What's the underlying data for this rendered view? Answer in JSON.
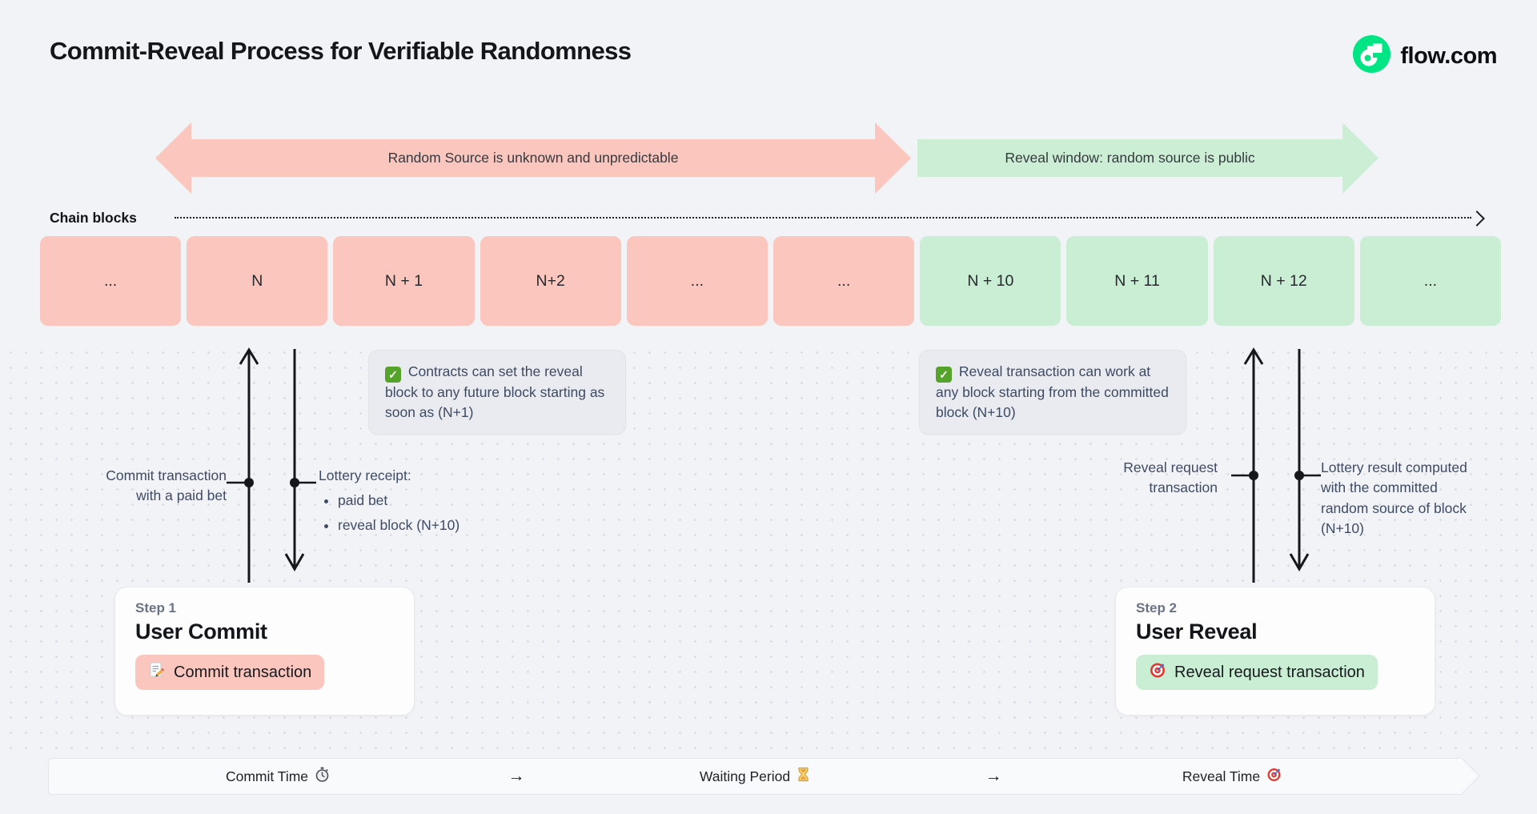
{
  "header": {
    "title": "Commit-Reveal Process for Verifiable Randomness",
    "brand": "flow.com"
  },
  "phase_bands": {
    "commit": {
      "label": "Random Source is unknown and unpredictable",
      "color": "#fbc6be"
    },
    "reveal": {
      "label": "Reveal window: random source is public",
      "color": "#cbeed5"
    }
  },
  "chain": {
    "label": "Chain blocks",
    "blocks": [
      {
        "label": "...",
        "phase": "unknown"
      },
      {
        "label": "N",
        "phase": "unknown"
      },
      {
        "label": "N + 1",
        "phase": "unknown"
      },
      {
        "label": "N+2",
        "phase": "unknown"
      },
      {
        "label": "...",
        "phase": "unknown"
      },
      {
        "label": "...",
        "phase": "unknown"
      },
      {
        "label": "N + 10",
        "phase": "reveal"
      },
      {
        "label": "N + 11",
        "phase": "reveal"
      },
      {
        "label": "N + 12",
        "phase": "reveal"
      },
      {
        "label": "...",
        "phase": "reveal"
      }
    ]
  },
  "notes": {
    "check_glyph": "✓",
    "left": {
      "icon": "check-icon",
      "text": "Contracts can set the reveal block to any future block starting as soon as (N+1)"
    },
    "right": {
      "icon": "check-icon",
      "text": "Reveal transaction can work at any block starting from the committed block (N+10)"
    }
  },
  "annotations": {
    "commit_label": "Commit transaction with a paid bet",
    "receipt_title": "Lottery receipt:",
    "receipt_items": [
      "paid bet",
      "reveal block (N+10)"
    ],
    "reveal_label": "Reveal request transaction",
    "result_label": "Lottery result computed with the committed random source of block (N+10)"
  },
  "steps": {
    "step1": {
      "kicker": "Step 1",
      "title": "User Commit",
      "button": {
        "icon": "memo-icon",
        "label": "Commit transaction",
        "color": "#fbc6be"
      }
    },
    "step2": {
      "kicker": "Step 2",
      "title": "User Reveal",
      "button": {
        "icon": "target-icon",
        "label": "Reveal request transaction",
        "color": "#c9eed3"
      }
    }
  },
  "timeline": {
    "items": [
      {
        "label": "Commit Time",
        "icon": "stopwatch-icon"
      },
      {
        "label": "→",
        "icon": null
      },
      {
        "label": "Waiting Period",
        "icon": "hourglass-icon"
      },
      {
        "label": "→",
        "icon": null
      },
      {
        "label": "Reveal Time",
        "icon": "target-icon"
      }
    ]
  }
}
